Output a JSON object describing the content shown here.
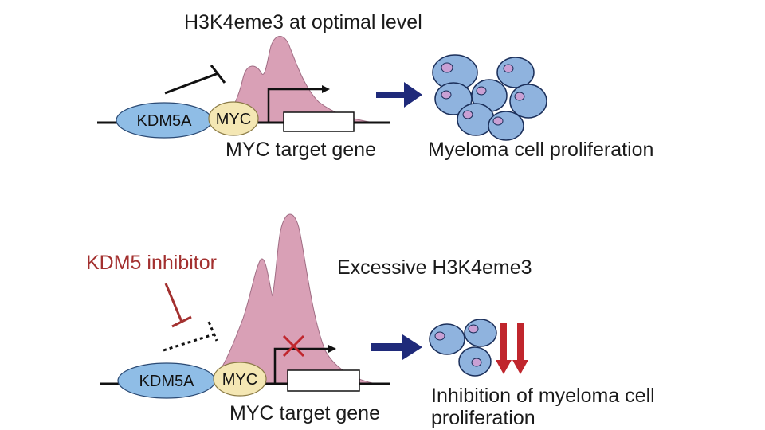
{
  "top": {
    "title": "H3K4eme3 at optimal level",
    "kdm_label": "KDM5A",
    "myc_label": "MYC",
    "gene_label": "MYC target gene",
    "outcome": "Myeloma cell proliferation"
  },
  "bottom": {
    "inhibitor": "KDM5 inhibitor",
    "title": "Excessive H3K4eme3",
    "kdm_label": "KDM5A",
    "myc_label": "MYC",
    "gene_label": "MYC target gene",
    "outcome_line1": "Inhibition of myeloma cell",
    "outcome_line2": "proliferation"
  },
  "colors": {
    "kdm5a_fill": "#8fbde6",
    "myc_fill": "#f4e7b4",
    "peak_fill": "#d9a0b6",
    "arrow_navy": "#1f2a7a",
    "inhibitor_red": "#a3302f",
    "cell_fill": "#8fb3de",
    "nucleus_fill": "#c9a0d4"
  }
}
